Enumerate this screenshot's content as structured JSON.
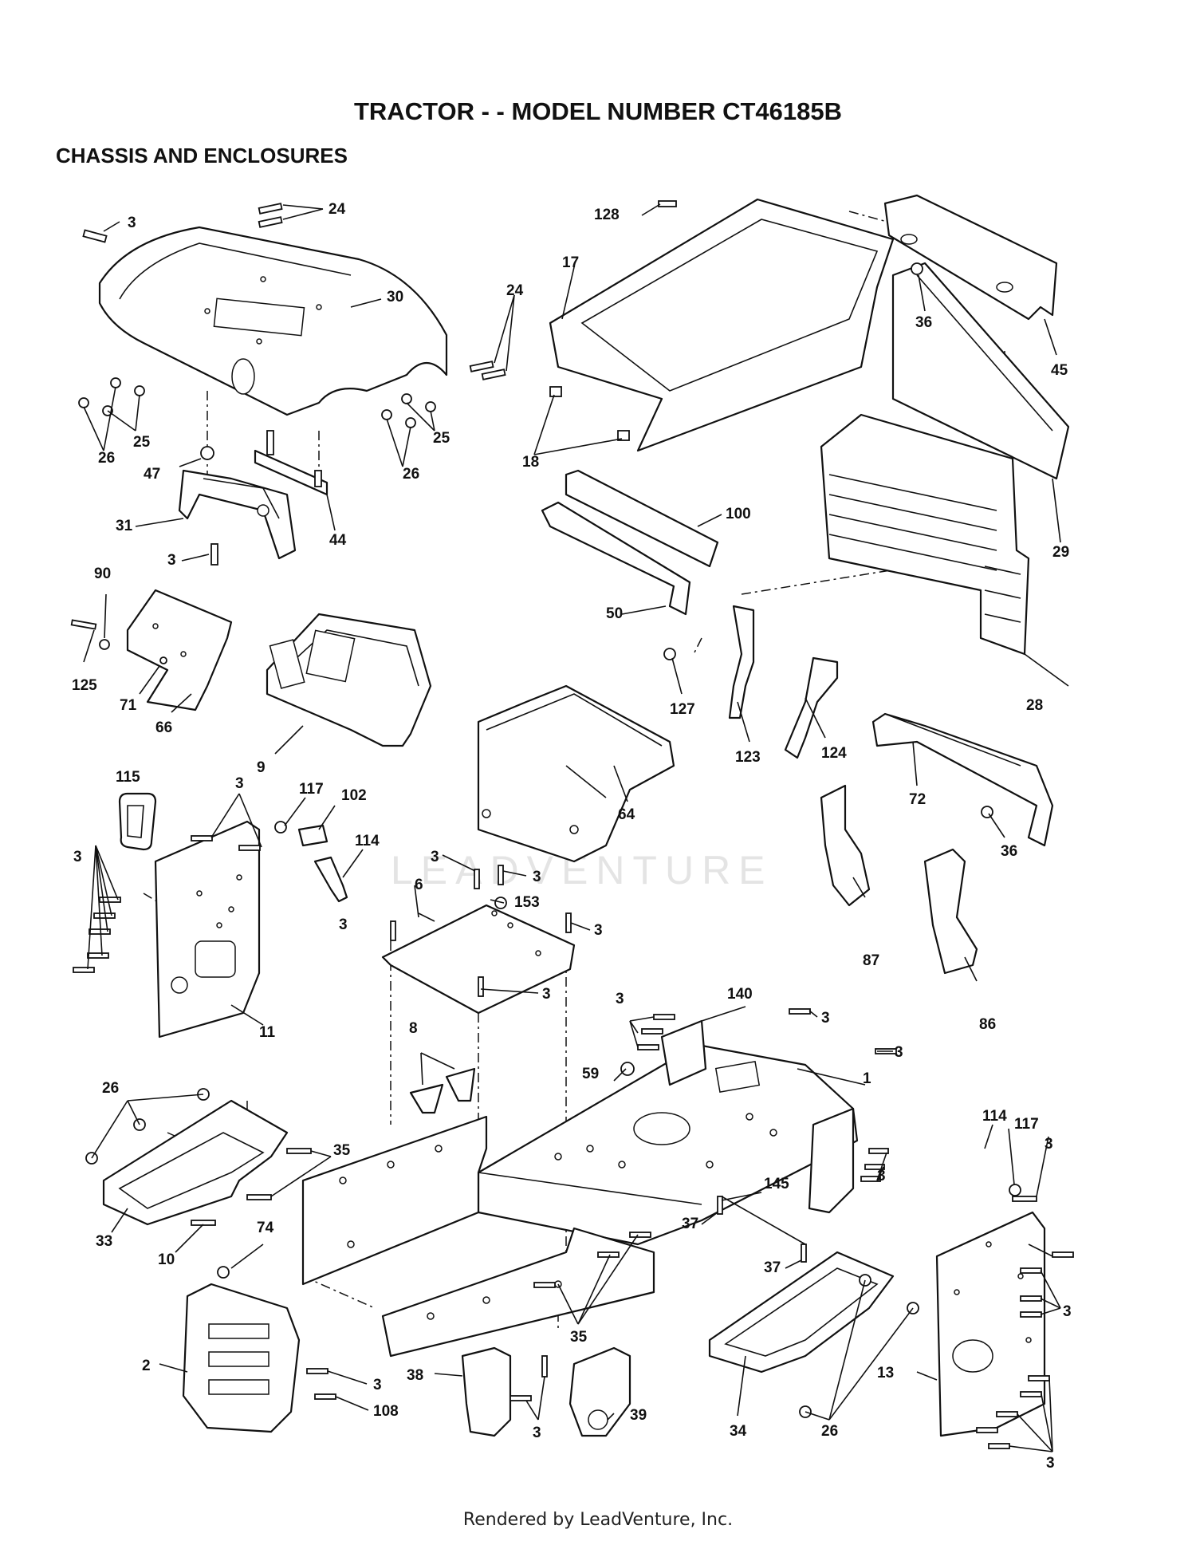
{
  "title": "TRACTOR - - MODEL NUMBER CT46185B",
  "subtitle": "CHASSIS AND ENCLOSURES",
  "watermark": "LEADVENTURE",
  "footer": "Rendered by LeadVenture, Inc.",
  "callouts": [
    {
      "id": "c3a",
      "text": "3"
    },
    {
      "id": "c24a",
      "text": "24"
    },
    {
      "id": "c30",
      "text": "30"
    },
    {
      "id": "c24b",
      "text": "24"
    },
    {
      "id": "c25a",
      "text": "25"
    },
    {
      "id": "c26a",
      "text": "26"
    },
    {
      "id": "c47",
      "text": "47"
    },
    {
      "id": "c26b",
      "text": "26"
    },
    {
      "id": "c25b",
      "text": "25"
    },
    {
      "id": "c44",
      "text": "44"
    },
    {
      "id": "c31",
      "text": "31"
    },
    {
      "id": "c3b",
      "text": "3"
    },
    {
      "id": "c128",
      "text": "128"
    },
    {
      "id": "c17",
      "text": "17"
    },
    {
      "id": "c36a",
      "text": "36"
    },
    {
      "id": "c45",
      "text": "45"
    },
    {
      "id": "c18",
      "text": "18"
    },
    {
      "id": "c100",
      "text": "100"
    },
    {
      "id": "c29",
      "text": "29"
    },
    {
      "id": "c50",
      "text": "50"
    },
    {
      "id": "c90",
      "text": "90"
    },
    {
      "id": "c125",
      "text": "125"
    },
    {
      "id": "c71",
      "text": "71"
    },
    {
      "id": "c66",
      "text": "66"
    },
    {
      "id": "c9",
      "text": "9"
    },
    {
      "id": "c127",
      "text": "127"
    },
    {
      "id": "c123",
      "text": "123"
    },
    {
      "id": "c124",
      "text": "124"
    },
    {
      "id": "c28",
      "text": "28"
    },
    {
      "id": "c64",
      "text": "64"
    },
    {
      "id": "c72",
      "text": "72"
    },
    {
      "id": "c36b",
      "text": "36"
    },
    {
      "id": "c115",
      "text": "115"
    },
    {
      "id": "c3c",
      "text": "3"
    },
    {
      "id": "c117a",
      "text": "117"
    },
    {
      "id": "c102",
      "text": "102"
    },
    {
      "id": "c114a",
      "text": "114"
    },
    {
      "id": "c3d",
      "text": "3"
    },
    {
      "id": "c3e",
      "text": "3"
    },
    {
      "id": "c3f",
      "text": "3"
    },
    {
      "id": "c6",
      "text": "6"
    },
    {
      "id": "c153",
      "text": "153"
    },
    {
      "id": "c3g",
      "text": "3"
    },
    {
      "id": "c3h",
      "text": "3"
    },
    {
      "id": "c3i",
      "text": "3"
    },
    {
      "id": "c11",
      "text": "11"
    },
    {
      "id": "c87",
      "text": "87"
    },
    {
      "id": "c86",
      "text": "86"
    },
    {
      "id": "c8",
      "text": "8"
    },
    {
      "id": "c3j",
      "text": "3"
    },
    {
      "id": "c140",
      "text": "140"
    },
    {
      "id": "c3k",
      "text": "3"
    },
    {
      "id": "c3l",
      "text": "3"
    },
    {
      "id": "c59",
      "text": "59"
    },
    {
      "id": "c1",
      "text": "1"
    },
    {
      "id": "c26c",
      "text": "26"
    },
    {
      "id": "c35a",
      "text": "35"
    },
    {
      "id": "c3m",
      "text": "3"
    },
    {
      "id": "c114b",
      "text": "114"
    },
    {
      "id": "c117b",
      "text": "117"
    },
    {
      "id": "c3n",
      "text": "3"
    },
    {
      "id": "c145",
      "text": "145"
    },
    {
      "id": "c37a",
      "text": "37"
    },
    {
      "id": "c33",
      "text": "33"
    },
    {
      "id": "c10",
      "text": "10"
    },
    {
      "id": "c74",
      "text": "74"
    },
    {
      "id": "c37b",
      "text": "37"
    },
    {
      "id": "c3o",
      "text": "3"
    },
    {
      "id": "c2",
      "text": "2"
    },
    {
      "id": "c35b",
      "text": "35"
    },
    {
      "id": "c3p",
      "text": "3"
    },
    {
      "id": "c108",
      "text": "108"
    },
    {
      "id": "c38",
      "text": "38"
    },
    {
      "id": "c3q",
      "text": "3"
    },
    {
      "id": "c39",
      "text": "39"
    },
    {
      "id": "c34",
      "text": "34"
    },
    {
      "id": "c26d",
      "text": "26"
    },
    {
      "id": "c13",
      "text": "13"
    },
    {
      "id": "c3r",
      "text": "3"
    }
  ]
}
